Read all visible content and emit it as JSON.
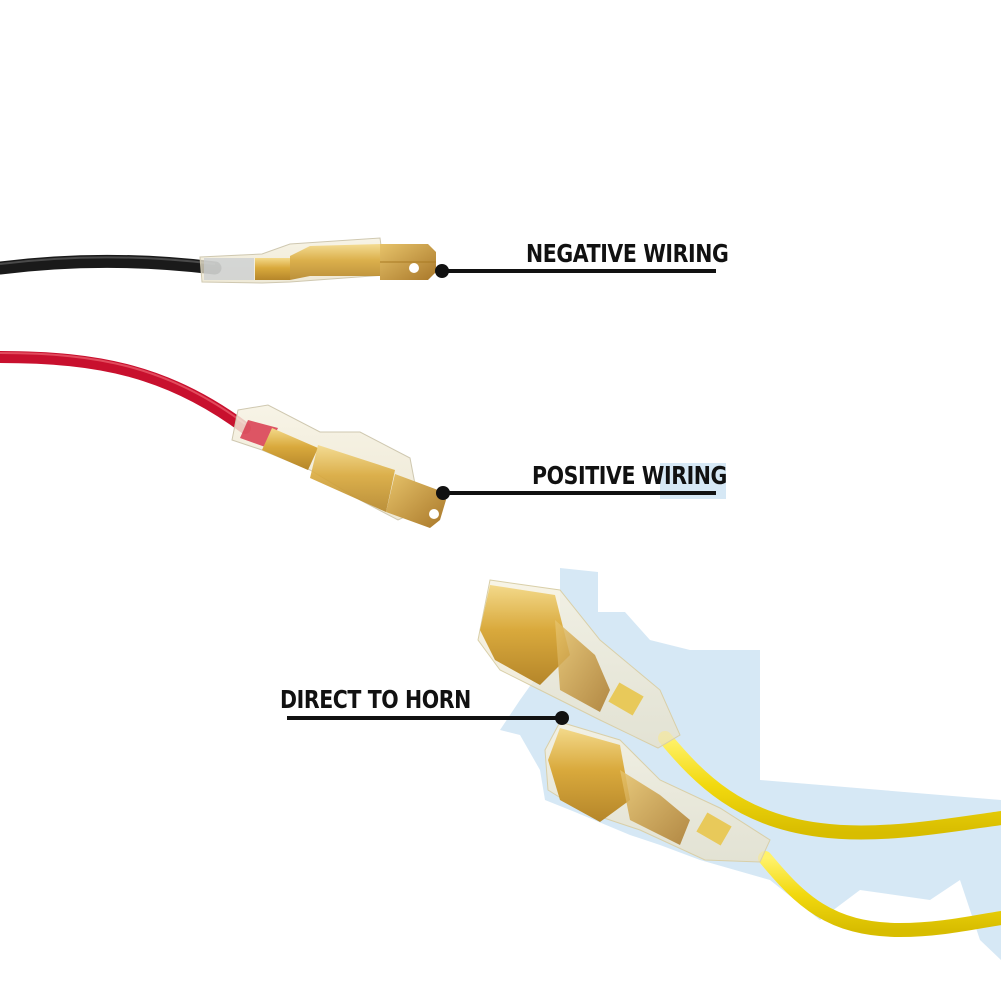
{
  "diagram": {
    "background_color": "#ffffff",
    "accent_shape_color": "#d6e8f5",
    "callout_color": "#111111",
    "callouts": [
      {
        "id": "negative",
        "label": "NEGATIVE WIRING",
        "wire_color": "#1a1a1a"
      },
      {
        "id": "positive",
        "label": "POSITIVE WIRING",
        "wire_color": "#c8102e"
      },
      {
        "id": "horn",
        "label": "DIRECT TO HORN",
        "wire_color": "#f2dc12"
      }
    ],
    "components": [
      {
        "name": "black-wire-male-spade-connector",
        "wire": "black",
        "terminal": "male spade, gold with clear sleeve"
      },
      {
        "name": "red-wire-male-spade-connector",
        "wire": "red",
        "terminal": "male spade, gold with clear sleeve"
      },
      {
        "name": "yellow-wire-female-spade-connector-1",
        "wire": "yellow",
        "terminal": "female spade, gold with clear sleeve"
      },
      {
        "name": "yellow-wire-female-spade-connector-2",
        "wire": "yellow",
        "terminal": "female spade, gold with clear sleeve"
      }
    ]
  }
}
